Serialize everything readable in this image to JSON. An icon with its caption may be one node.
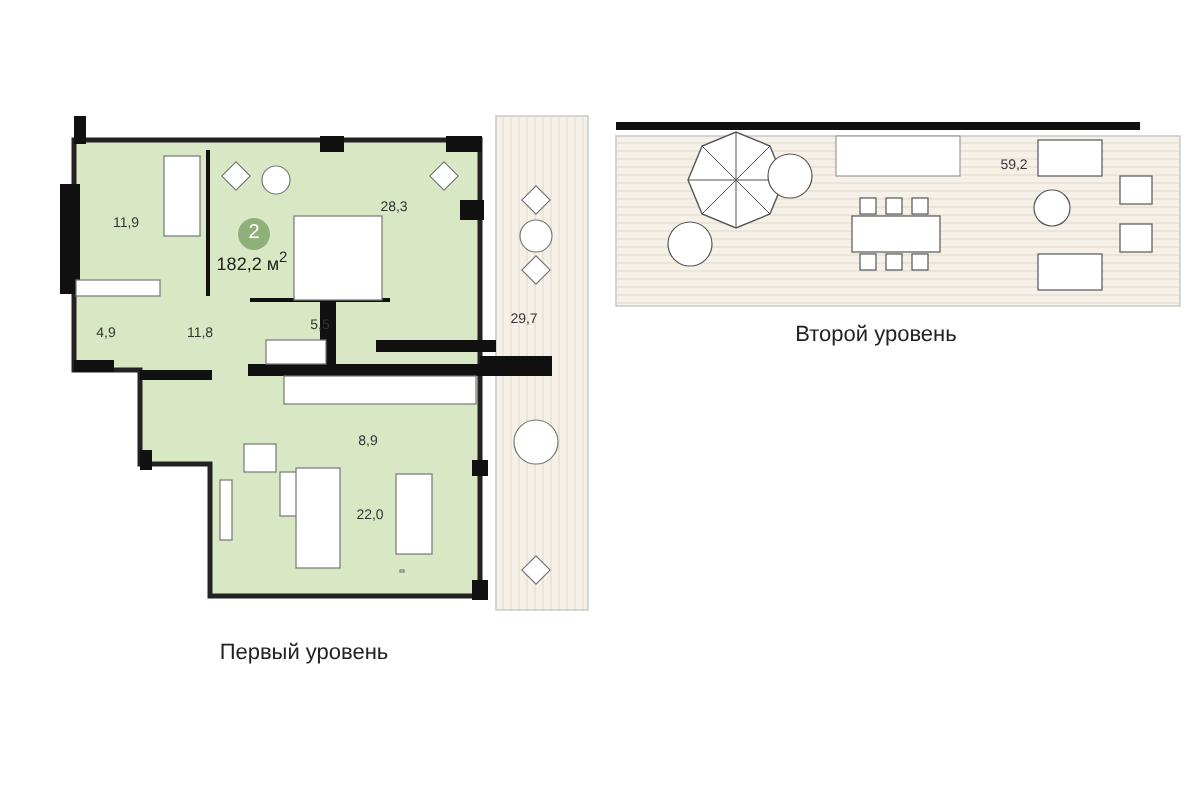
{
  "diagram": {
    "labels": [
      "28,3",
      "59,2",
      "11,9",
      "2",
      "182,2 м$^{2}$",
      "29,7",
      "5,5",
      "4,9",
      "11,8",
      "Второй уровень",
      "8,9",
      "22,0",
      "Первый уровень"
    ]
  }
}
